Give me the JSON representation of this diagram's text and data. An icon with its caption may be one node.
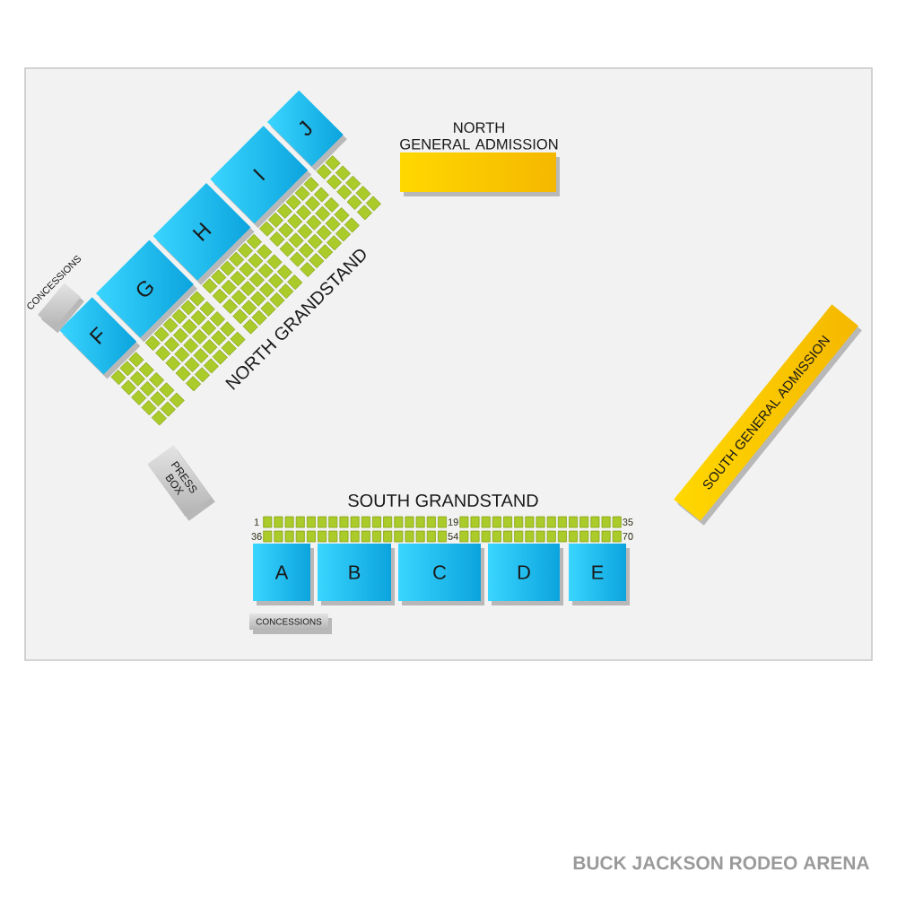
{
  "diagram": {
    "title": "BUCK JACKSON RODEO ARENA",
    "nodes": [
      {
        "text": [
          "F"
        ]
      },
      {
        "text": [
          "G"
        ]
      },
      {
        "text": [
          "H"
        ]
      },
      {
        "text": [
          "I"
        ]
      },
      {
        "text": [
          "J"
        ]
      },
      {
        "text": [
          "NORTH GENERAL ADMISSION"
        ]
      },
      {
        "text": [
          "CONCESSIONS"
        ]
      },
      {
        "text": [
          "PRESS BOX"
        ]
      },
      {
        "text": [
          "SOUTH GENERAL ADMISSION"
        ]
      },
      {
        "text": [
          "A"
        ]
      },
      {
        "text": [
          "B"
        ]
      },
      {
        "text": [
          "C"
        ]
      },
      {
        "text": [
          "D"
        ]
      },
      {
        "text": [
          "E"
        ]
      },
      {
        "text": [
          "CONCESSIONS"
        ]
      }
    ],
    "labels": [
      "NORTH GRANDSTAND",
      "SOUTH GRANDSTAND",
      "1",
      "19",
      "35",
      "36",
      "54",
      "70"
    ]
  }
}
